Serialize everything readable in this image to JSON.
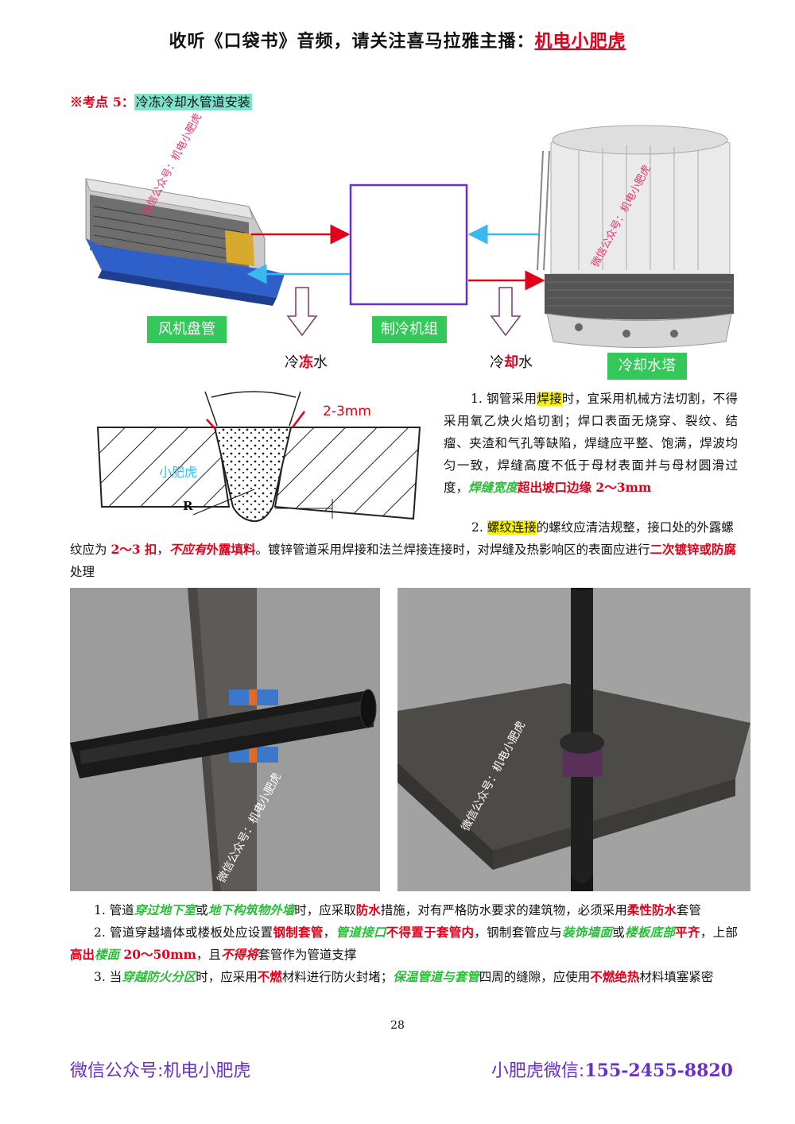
{
  "header": {
    "prefix": "收听《口袋书》音频，请关注喜马拉雅主播：",
    "host": "机电小肥虎"
  },
  "kaodian": {
    "prefix": "※考点 5：",
    "title": "冷冻冷却水管道安装"
  },
  "diagram": {
    "fan_coil": "风机盘管",
    "chiller": "制冷机组",
    "cooling_tower": "冷却水塔",
    "chilled_water": {
      "pre": "冷",
      "mid": "冻",
      "post": "水"
    },
    "cooling_water": {
      "pre": "冷",
      "mid": "却",
      "post": "水"
    },
    "watermark_1": "微信公众号：机电小肥虎",
    "watermark_2": "微信公众号：机电小肥虎"
  },
  "weld": {
    "gap_label": "2-3mm",
    "r_label": "R",
    "watermark": "小肥虎"
  },
  "para1": {
    "a": "1. 钢管采用",
    "b": "焊接",
    "c": "时，宜采用机械方法切割，不得采用氧乙炔火焰切割；焊口表面无烧穿、裂纹、结瘤、夹渣和气孔等缺陷，焊缝应平整、饱满，焊波均匀一致，焊缝高度不低于母材表面并与母材圆滑过度，",
    "d": "焊缝宽度",
    "e": "超出坡口边缘 2～3mm"
  },
  "para2": {
    "a": "2. ",
    "b": "螺纹连接",
    "c": "的螺纹应清洁规整，接口处的外露螺纹应为 ",
    "d": "2～3 扣",
    "e": "，",
    "f": "不应有",
    "g": "外露填料",
    "h": "。镀锌管道采用焊接和法兰焊接连接时，对焊缝及热影响区的表面应进行",
    "i": "二次镀锌或防腐",
    "j": "处理"
  },
  "photos": {
    "watermark_left": "微信公众号：机电小肥虎",
    "watermark_right": "微信公众号：机电小肥虎"
  },
  "notes": {
    "n1": {
      "a": "1. 管道",
      "b": "穿过地下室",
      "c": "或",
      "d": "地下构筑物外墙",
      "e": "时，应采取",
      "f": "防水",
      "g": "措施，对有严格防水要求的建筑物，必须采用",
      "h": "柔性防水",
      "i": "套管"
    },
    "n2": {
      "a": "2. 管道穿越墙体或楼板处应设置",
      "b": "钢制套管",
      "c": "，",
      "d": "管道接口",
      "e": "不得置于套管内",
      "f": "，钢制套管应与",
      "g": "装饰墙面",
      "h": "或",
      "i": "楼板底部",
      "j": "平齐",
      "k": "，上部",
      "l": "高出",
      "m": "楼面",
      "n": " 20～50mm",
      "o": "，且",
      "p": "不得将",
      "q": "套管作为管道支撑"
    },
    "n3": {
      "a": "3. 当",
      "b": "穿越防火分区",
      "c": "时，应采用",
      "d": "不燃",
      "e": "材料进行防火封堵；",
      "f": "保温管道与套管",
      "g": "四周的缝隙，应使用",
      "h": "不燃绝热",
      "i": "材料填塞紧密"
    }
  },
  "page_number": "28",
  "footer": {
    "left": "微信公众号:机电小肥虎",
    "right_label": "小肥虎微信:",
    "right_number": "155-2455-8820"
  },
  "colors": {
    "accent_red": "#e0001a",
    "label_green": "#34c759",
    "footer_purple": "#6a2fc9",
    "highlight_yellow": "#f8f400",
    "highlight_teal": "#7fe3cc",
    "italic_green": "#2bbd3a"
  }
}
